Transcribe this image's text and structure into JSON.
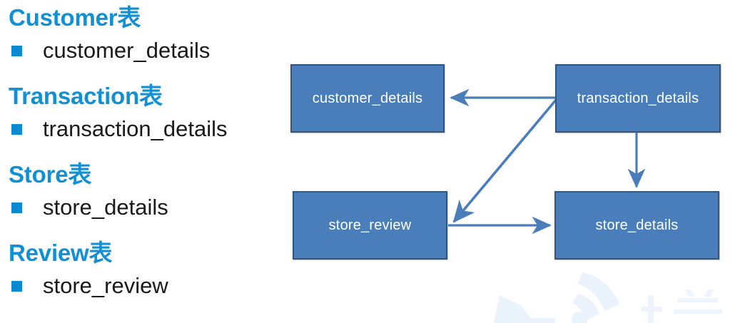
{
  "slide": {
    "background_color": "#ffffff",
    "heading_color": "#1190d4",
    "bullet_color": "#0c8ad1",
    "box_fill_color": "#4a7ebb",
    "box_border_color": "#35557f",
    "box_text_color": "#ffffff",
    "connector_color": "#4a7ebb"
  },
  "outline": {
    "groups": [
      {
        "heading": "Customer表",
        "items": [
          {
            "label": "customer_details"
          }
        ]
      },
      {
        "heading": "Transaction表",
        "items": [
          {
            "label": "transaction_details"
          }
        ]
      },
      {
        "heading": "Store表",
        "items": [
          {
            "label": "store_details"
          }
        ]
      },
      {
        "heading": "Review表",
        "items": [
          {
            "label": "store_review"
          }
        ]
      }
    ]
  },
  "diagram": {
    "type": "entity-relationship",
    "nodes": [
      {
        "id": "customer_details",
        "label": "customer_details"
      },
      {
        "id": "transaction_details",
        "label": "transaction_details"
      },
      {
        "id": "store_review",
        "label": "store_review"
      },
      {
        "id": "store_details",
        "label": "store_details"
      }
    ],
    "edges": [
      {
        "from": "transaction_details",
        "to": "customer_details",
        "direction": "left",
        "arrow": true
      },
      {
        "from": "transaction_details",
        "to": "store_review",
        "direction": "diagonal",
        "arrow": true
      },
      {
        "from": "transaction_details",
        "to": "store_details",
        "direction": "down",
        "arrow": true
      },
      {
        "from": "store_review",
        "to": "store_details",
        "direction": "right",
        "arrow": true
      }
    ]
  }
}
